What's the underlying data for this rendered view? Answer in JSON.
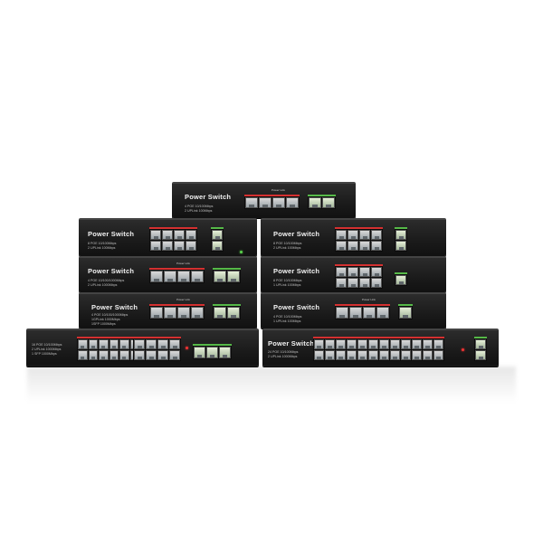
{
  "scene": {
    "background": "#ffffff",
    "chassis_color": "#1a1a1a",
    "poe_accent": "#d43030",
    "uplink_accent": "#56b948"
  },
  "units": [
    {
      "brand": "Power Switch",
      "spec": [
        "4 POE 10/100Mbps",
        "2 UPLink 100Mbps"
      ],
      "poe_label": "Power Link"
    },
    {
      "brand": "Power Switch",
      "spec": [
        "8 POE 10/100Mbps",
        "2 UPLink 100Mbps"
      ]
    },
    {
      "brand": "Power Switch",
      "spec": [
        "8 POE 10/100Mbps",
        "2 UPLink 100Mbps"
      ]
    },
    {
      "brand": "Power Switch",
      "spec": [
        "4 POE 10/100/1000Mbps",
        "2 UPLink 1000Mbps"
      ],
      "poe_label": "Power Link"
    },
    {
      "brand": "Power Switch",
      "spec": [
        "8 POE 10/100Mbps",
        "1 UPLink 100Mbps"
      ]
    },
    {
      "brand": "Power Switch",
      "spec": [
        "4 POE 10/100/1000Mbps",
        "1GPLink 1000Mbps",
        "1SFP 1000Mbps"
      ],
      "poe_label": "Power Link"
    },
    {
      "brand": "Power Switch",
      "spec": [
        "4 POE 10/100Mbps",
        "1 UPLink 100Mbps"
      ],
      "poe_label": "Power Link"
    },
    {
      "brand": "",
      "spec": [
        "16 POE 10/100Mbps",
        "2 UPLink 1000Mbps",
        "1 SFP 1000Mbps"
      ]
    },
    {
      "brand": "Power Switch",
      "spec": [
        "24 POE 10/100Mbps",
        "2 UPLink 1000Mbps"
      ]
    }
  ]
}
